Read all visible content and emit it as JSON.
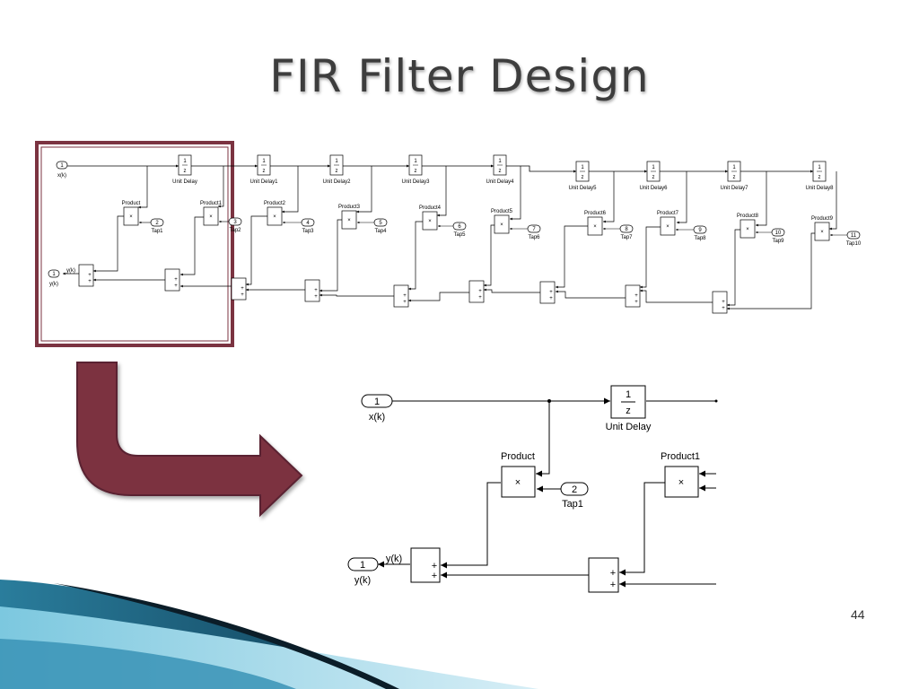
{
  "slide": {
    "title": "FIR Filter Design",
    "page_number": "44"
  },
  "overview_diagram": {
    "input": {
      "port": "1",
      "label": "x(k)"
    },
    "output": {
      "port": "1",
      "label": "y(k)",
      "signal": "y(k)"
    },
    "unit_delays": [
      "Unit Delay",
      "Unit Delay1",
      "Unit Delay2",
      "Unit Delay3",
      "Unit Delay4",
      "Unit Delay5",
      "Unit Delay6",
      "Unit Delay7",
      "Unit Delay8"
    ],
    "products": [
      "Product",
      "Product1",
      "Product2",
      "Product3",
      "Product4",
      "Product5",
      "Product6",
      "Product7",
      "Product8",
      "Product9"
    ],
    "taps": [
      {
        "port": "2",
        "label": "Tap1"
      },
      {
        "port": "3",
        "label": "Tap2"
      },
      {
        "port": "4",
        "label": "Tap3"
      },
      {
        "port": "5",
        "label": "Tap4"
      },
      {
        "port": "6",
        "label": "Tap5"
      },
      {
        "port": "7",
        "label": "Tap6"
      },
      {
        "port": "8",
        "label": "Tap7"
      },
      {
        "port": "9",
        "label": "Tap8"
      },
      {
        "port": "10",
        "label": "Tap9"
      },
      {
        "port": "11",
        "label": "Tap10"
      }
    ]
  },
  "zoom_diagram": {
    "input": {
      "port": "1",
      "label": "x(k)"
    },
    "unit_delay": "Unit Delay",
    "delay_numerator": "1",
    "delay_denominator": "z",
    "product": "Product",
    "product1": "Product1",
    "tap": {
      "port": "2",
      "label": "Tap1"
    },
    "output": {
      "port": "1",
      "label": "y(k)",
      "signal": "y(k)"
    },
    "multiply_glyph": "×",
    "sum_sign": "+"
  },
  "colors": {
    "highlight_frame": "#7b3341",
    "arrow_fill": "#7b3341",
    "title_text": "#3d3d3d",
    "wave_dark": "#1a5e78",
    "wave_light": "#5bb6d2"
  }
}
